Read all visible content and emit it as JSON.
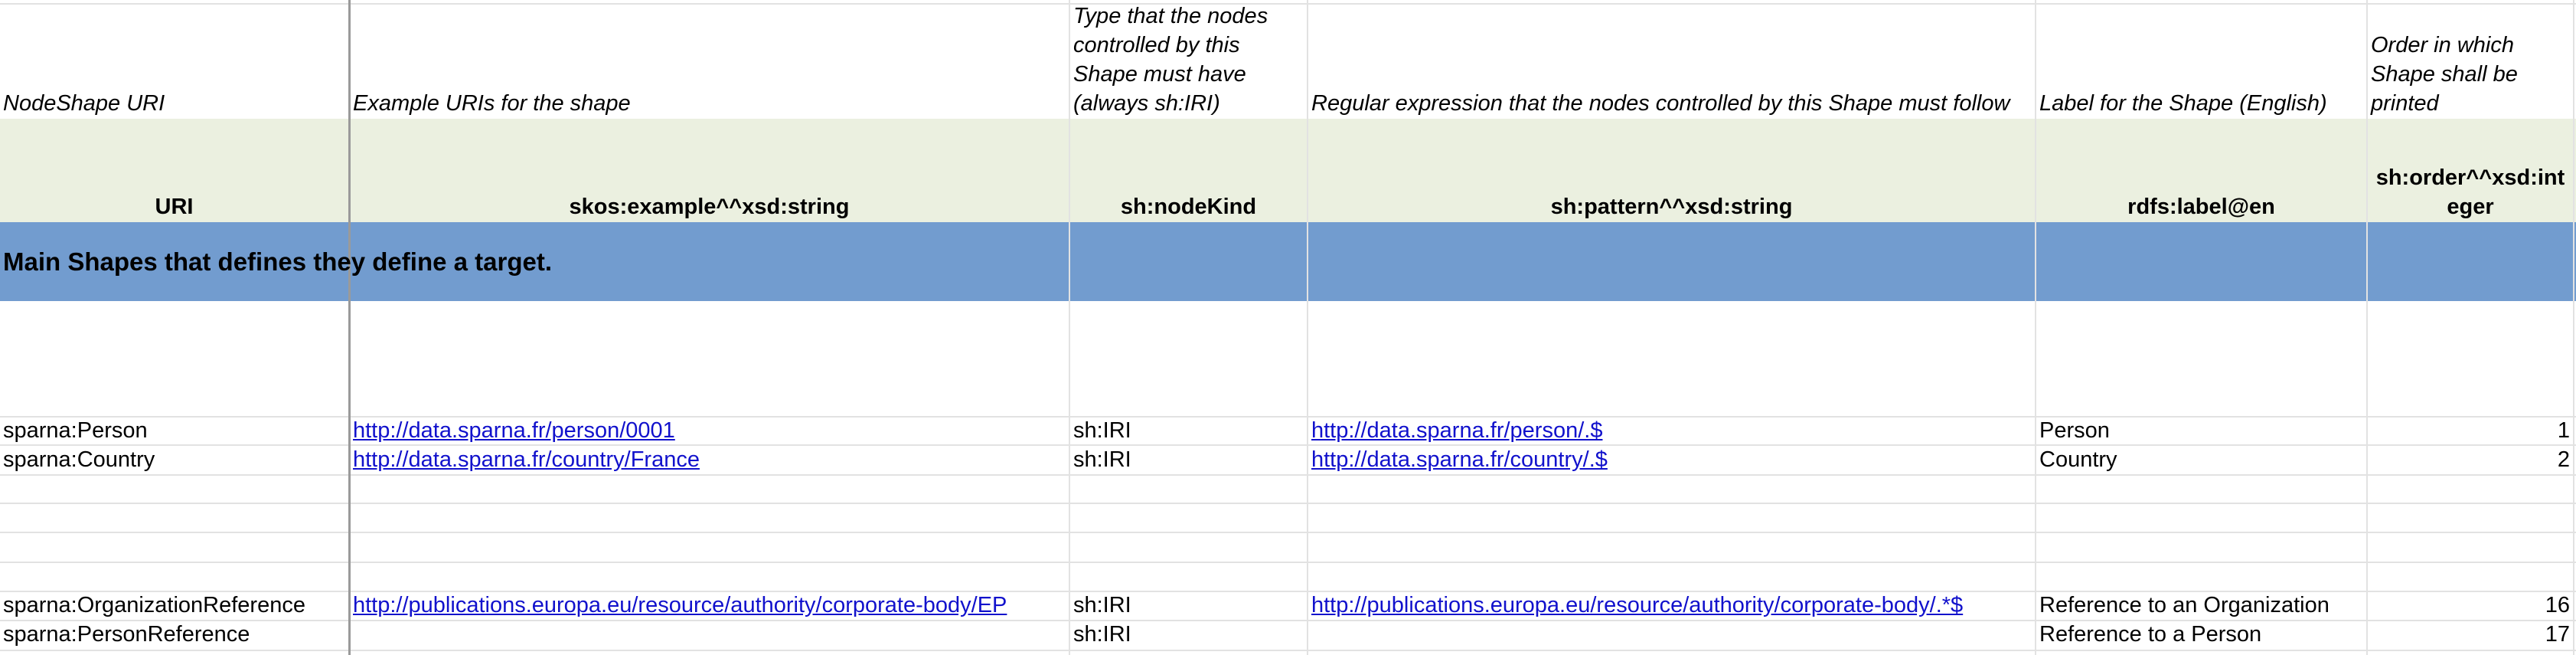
{
  "columns": {
    "c1": {
      "description": "NodeShape URI",
      "header": "URI"
    },
    "c2": {
      "description": "Example URIs for the shape",
      "header": "skos:example^^xsd:string"
    },
    "c3": {
      "description": "Type that the nodes controlled by this Shape must have (always sh:IRI)",
      "header": "sh:nodeKind"
    },
    "c4": {
      "description": "Regular expression that the nodes controlled by this Shape must follow",
      "header": "sh:pattern^^xsd:string"
    },
    "c5": {
      "description": "Label for the Shape (English)",
      "header": "rdfs:label@en"
    },
    "c6": {
      "description": "Order in which Shape shall be printed",
      "header": "sh:order^^xsd:int eger"
    }
  },
  "section": {
    "title": "Main Shapes that defines they define a target."
  },
  "rows": {
    "r1": {
      "uri": "sparna:Person",
      "example": "http://data.sparna.fr/person/0001",
      "nodekind": "sh:IRI",
      "pattern": "http://data.sparna.fr/person/.$",
      "label": "Person",
      "order": "1"
    },
    "r2": {
      "uri": "sparna:Country",
      "example": "http://data.sparna.fr/country/France",
      "nodekind": "sh:IRI",
      "pattern": "http://data.sparna.fr/country/.$",
      "label": "Country",
      "order": "2"
    },
    "r3": {
      "uri": "sparna:OrganizationReference",
      "example": "http://publications.europa.eu/resource/authority/corporate-body/EP",
      "nodekind": "sh:IRI",
      "pattern": "http://publications.europa.eu/resource/authority/corporate-body/.*$",
      "label": "Reference to an Organization",
      "order": "16"
    },
    "r4": {
      "uri": "sparna:PersonReference",
      "example": "",
      "nodekind": "sh:IRI",
      "pattern": "",
      "label": "Reference to a Person",
      "order": "17"
    }
  },
  "colors": {
    "header_band": "#ebf0e0",
    "section_band": "#729ccf",
    "link": "#1111cc",
    "gridline": "#e2e2e2"
  }
}
